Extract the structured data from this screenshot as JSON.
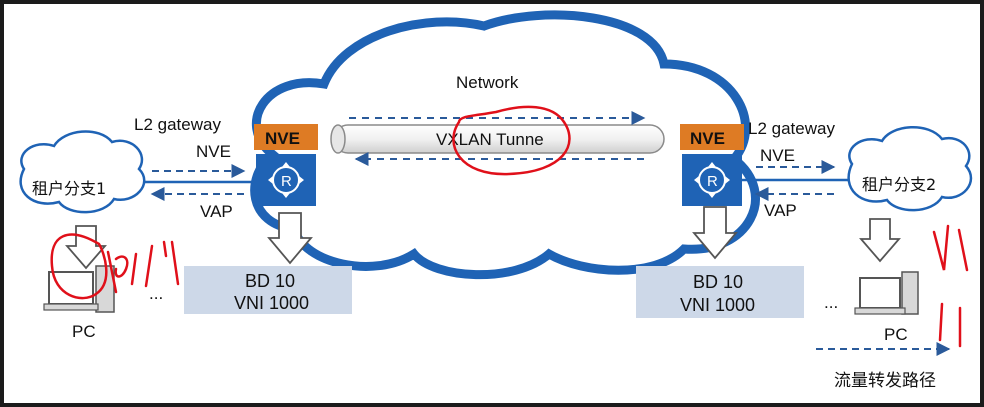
{
  "network": {
    "title": "Network",
    "tunnel_label": "VXLAN Tunne"
  },
  "left": {
    "gateway_label": "L2 gateway",
    "nve_label": "NVE",
    "vap_label": "VAP",
    "device_tag": "NVE",
    "router_glyph": "R",
    "tenant": "租户分支1",
    "bd": "BD 10",
    "vni": "VNI 1000",
    "pc_label": "PC",
    "ellipsis": "..."
  },
  "right": {
    "gateway_label": "L2 gateway",
    "nve_label": "NVE",
    "vap_label": "VAP",
    "device_tag": "NVE",
    "router_glyph": "R",
    "tenant": "租户分支2",
    "bd": "BD 10",
    "vni": "VNI 1000",
    "pc_label": "PC",
    "ellipsis": "..."
  },
  "legend": {
    "label": "流量转发路径"
  },
  "colors": {
    "cloud_stroke": "#1f63b5",
    "nve_tag": "#de7b24",
    "router": "#1f63b5",
    "bd_box": "#cdd8e8",
    "arrow": "#1f4c8a",
    "annotation": "#e0101a"
  }
}
